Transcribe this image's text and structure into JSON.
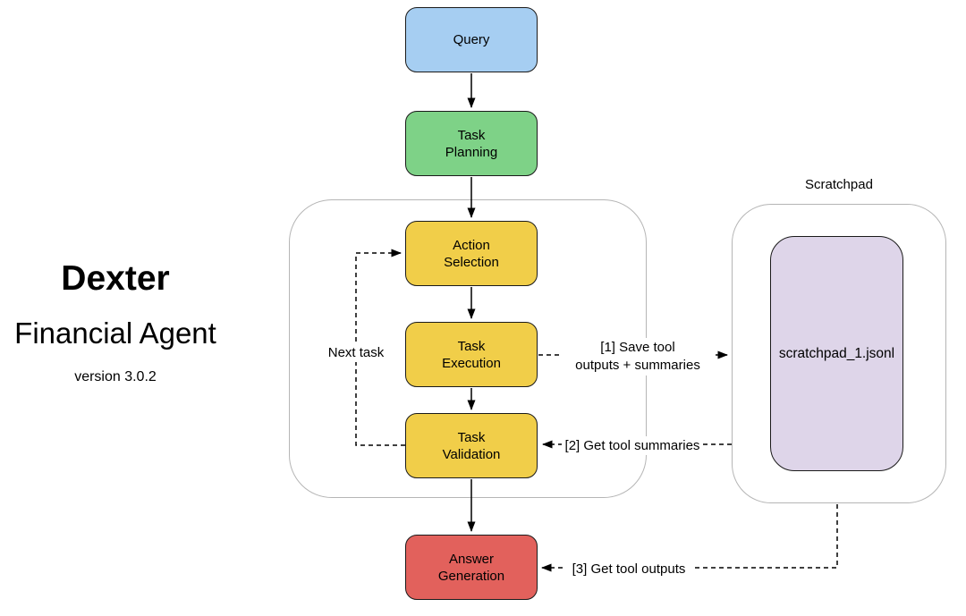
{
  "diagram": {
    "title": "Dexter",
    "subtitle": "Financial Agent",
    "version": "version 3.0.2"
  },
  "nodes": {
    "query": {
      "label": "Query",
      "fill": "#A6CEF2"
    },
    "task_planning": {
      "label": "Task\nPlanning",
      "fill": "#7ED287"
    },
    "action_selection": {
      "label": "Action\nSelection",
      "fill": "#F1CE49"
    },
    "task_execution": {
      "label": "Task\nExecution",
      "fill": "#F1CE49"
    },
    "task_validation": {
      "label": "Task\nValidation",
      "fill": "#F1CE49"
    },
    "answer_generation": {
      "label": "Answer\nGeneration",
      "fill": "#E2615C"
    }
  },
  "containers": {
    "scratchpad": {
      "label": "Scratchpad"
    },
    "scratchpad_file": {
      "label": "scratchpad_1.jsonl",
      "fill": "#DED5E9"
    }
  },
  "edges": {
    "next_task": "Next task",
    "save_outputs": "[1] Save tool\noutputs + summaries",
    "get_summaries": "[2] Get tool summaries",
    "get_outputs": "[3] Get tool outputs"
  },
  "colors": {
    "node_border": "#1A1A1A",
    "container_border": "#B5B5B5",
    "arrow": "#000000"
  }
}
